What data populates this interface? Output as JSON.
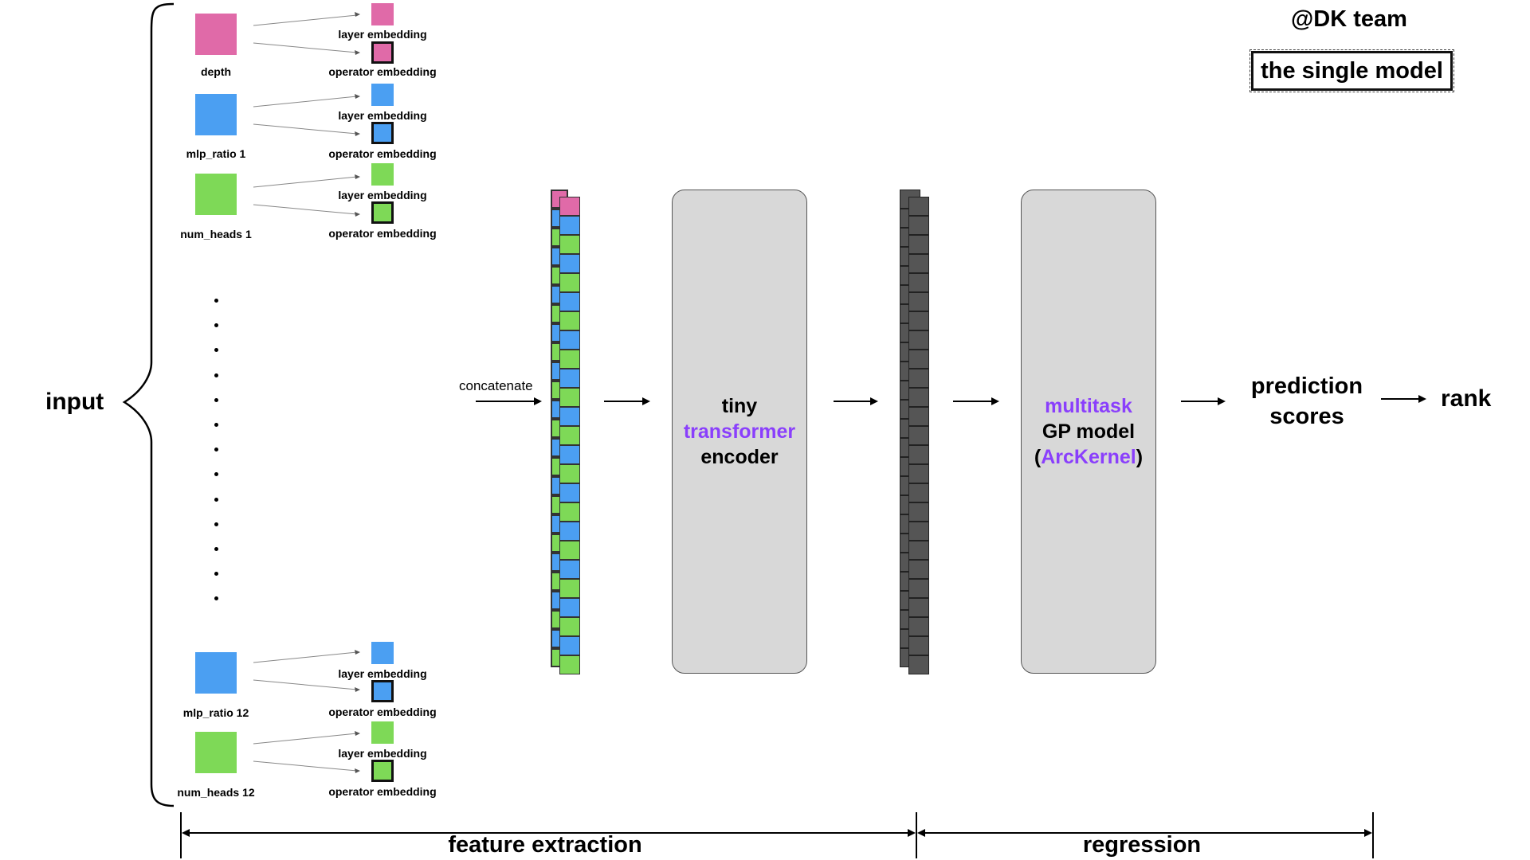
{
  "header": {
    "team": "@DK team",
    "model_tag": "the single model"
  },
  "input": {
    "label": "input",
    "groups": [
      {
        "name": "depth",
        "color": "#e06aa8",
        "layer_label": "layer embedding",
        "operator_label": "operator embedding"
      },
      {
        "name": "mlp_ratio 1",
        "color": "#4b9ff2",
        "layer_label": "layer embedding",
        "operator_label": "operator embedding"
      },
      {
        "name": "num_heads 1",
        "color": "#7ed957",
        "layer_label": "layer embedding",
        "operator_label": "operator embedding"
      },
      {
        "name": "mlp_ratio 12",
        "color": "#4b9ff2",
        "layer_label": "layer embedding",
        "operator_label": "operator embedding"
      },
      {
        "name": "num_heads 12",
        "color": "#7ed957",
        "layer_label": "layer embedding",
        "operator_label": "operator embedding"
      }
    ],
    "ellipsis_dots": 13
  },
  "concatenate_label": "concatenate",
  "embedding_stack": {
    "cell_count": 25,
    "first_color": "#e06aa8",
    "pattern_colors": [
      "#4b9ff2",
      "#7ed957"
    ]
  },
  "encoder": {
    "line1": "tiny",
    "line2": "transformer",
    "line3": "encoder"
  },
  "feature_stack": {
    "cell_count": 25,
    "color": "#555555"
  },
  "gp_model": {
    "line1": "multitask",
    "line2": "GP model",
    "line3_open": "(",
    "line3_kernel": "ArcKernel",
    "line3_close": ")"
  },
  "prediction": {
    "line1": "prediction",
    "line2": "scores"
  },
  "rank_label": "rank",
  "sections": {
    "feature_extraction": "feature extraction",
    "regression": "regression"
  },
  "colors": {
    "accent_purple": "#8a3ffc",
    "box_fill": "#d8d8d8"
  }
}
